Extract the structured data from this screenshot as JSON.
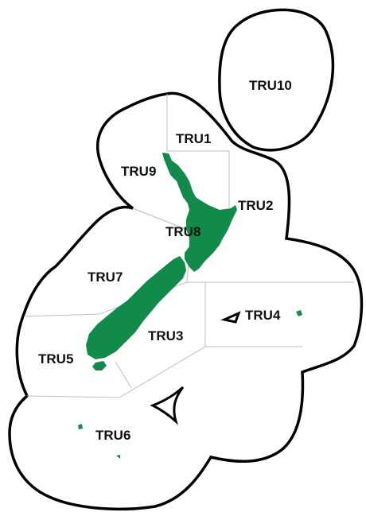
{
  "map": {
    "colors": {
      "land": "#118a4a",
      "boundary": "#000000",
      "subdivision": "#bdbdbd",
      "background": "#ffffff"
    },
    "regions": [
      {
        "id": "TRU1",
        "label": "TRU1"
      },
      {
        "id": "TRU2",
        "label": "TRU2"
      },
      {
        "id": "TRU3",
        "label": "TRU3"
      },
      {
        "id": "TRU4",
        "label": "TRU4"
      },
      {
        "id": "TRU5",
        "label": "TRU5"
      },
      {
        "id": "TRU6",
        "label": "TRU6"
      },
      {
        "id": "TRU7",
        "label": "TRU7"
      },
      {
        "id": "TRU8",
        "label": "TRU8"
      },
      {
        "id": "TRU9",
        "label": "TRU9"
      },
      {
        "id": "TRU10",
        "label": "TRU10"
      }
    ]
  }
}
